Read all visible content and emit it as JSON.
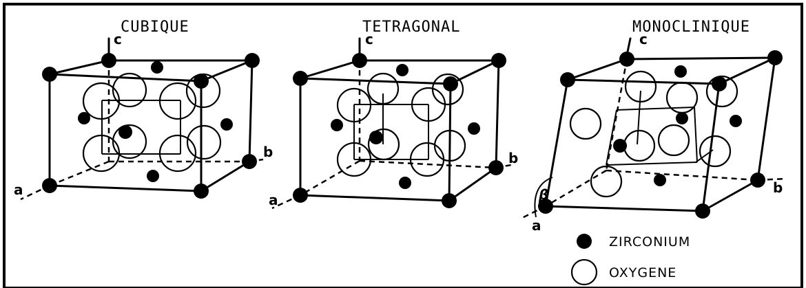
{
  "panels": [
    {
      "title": "CUBIQUE",
      "axes": {
        "c": "c",
        "b": "b",
        "a": "a"
      }
    },
    {
      "title": "TETRAGONAL",
      "axes": {
        "c": "c",
        "b": "b",
        "a": "a"
      }
    },
    {
      "title": "MONOCLINIQUE",
      "axes": {
        "c": "c",
        "b": "b",
        "a": "a",
        "angle": "β"
      }
    }
  ],
  "legend": {
    "zirconium": "ZIRCONIUM",
    "oxygen": "OXYGENE"
  }
}
